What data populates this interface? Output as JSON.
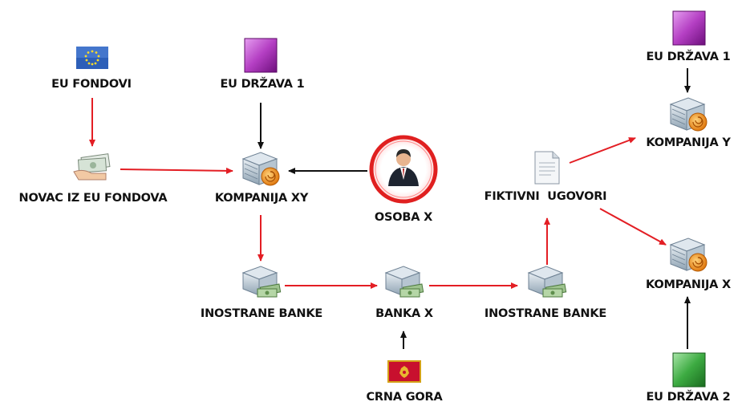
{
  "nodes": {
    "eu_fondovi": "EU FONDOVI",
    "eu_drzava1_left": "EU DRŽAVA 1",
    "eu_drzava1_right": "EU DRŽAVA 1",
    "novac": "NOVAC IZ EU FONDOVA",
    "kompanija_xy": "KOMPANIJA XY",
    "osoba_x": "OSOBA X",
    "fiktivni": "FIKTIVNI  UGOVORI",
    "kompanija_y": "KOMPANIJA Y",
    "kompanija_x": "KOMPANIJA X",
    "inostrane_left": "INOSTRANE BANKE",
    "banka_x": "BANKA X",
    "inostrane_right": "INOSTRANE BANKE",
    "crna_gora": "CRNA GORA",
    "eu_drzava2": "EU DRŽAVA 2"
  },
  "colors": {
    "money_flow": "#e31e24",
    "control_flow": "#111111",
    "purple": "#9b1fa8",
    "green": "#2e9a32",
    "person_ring": "#e02020"
  }
}
